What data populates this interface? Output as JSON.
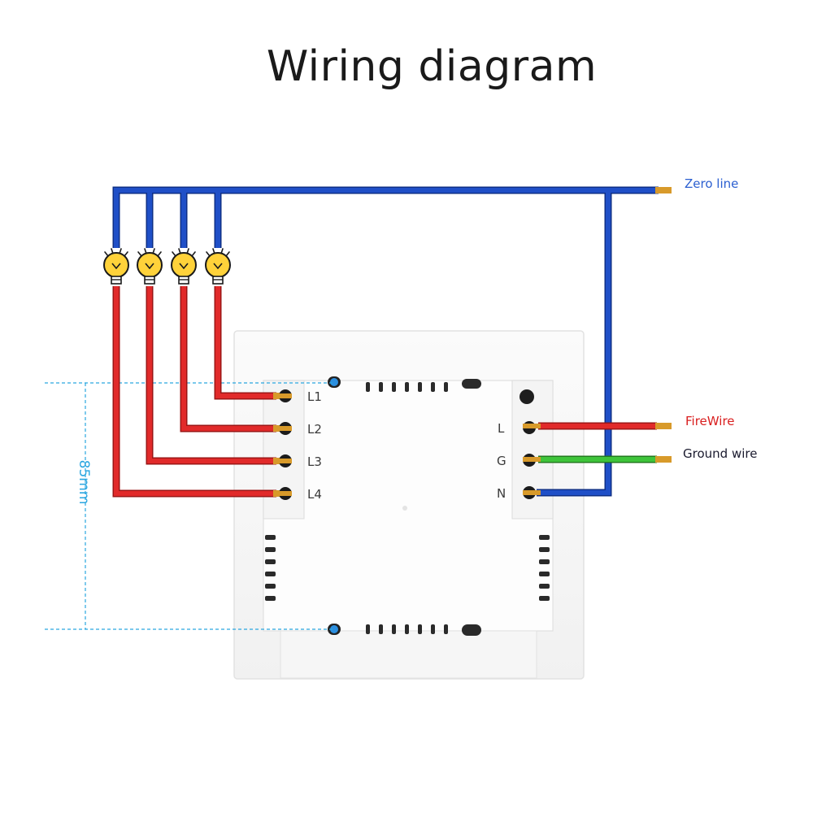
{
  "title": "Wiring diagram",
  "labels": {
    "zero_line": "Zero line",
    "firewire": "FireWire",
    "ground_wire": "Ground wire",
    "dimension": "85mm"
  },
  "terminals_left": [
    "L1",
    "L2",
    "L3",
    "L4"
  ],
  "terminals_right": [
    "L",
    "G",
    "N"
  ],
  "colors": {
    "neutral_wire": "#1f4fc7",
    "live_wire": "#e12a2a",
    "ground_wire": "#3ec43a",
    "copper": "#d89a2a",
    "zero_line_text": "#2b5fd0",
    "firewire_text": "#d91e1e",
    "ground_text": "#1a1a2e",
    "dimension": "#2aa6e0",
    "bulb": "#ffd23a"
  },
  "icons": [
    "light-bulb-icon"
  ]
}
